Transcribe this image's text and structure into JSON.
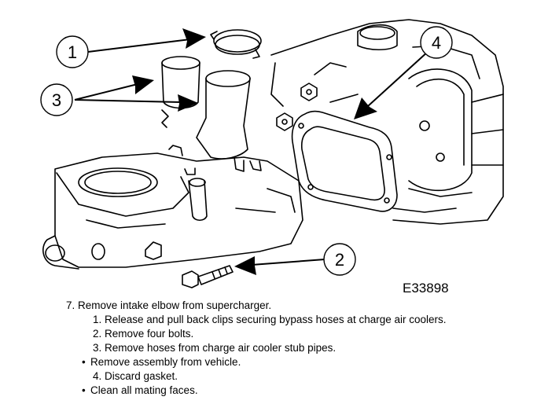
{
  "figure": {
    "id": "E33898",
    "callouts": [
      "1",
      "2",
      "3",
      "4"
    ]
  },
  "procedure": {
    "main_step": "7. Remove intake elbow from supercharger.",
    "sub_1": "1. Release and pull back clips securing bypass hoses at charge air coolers.",
    "sub_2": "2. Remove four bolts.",
    "sub_3": "3. Remove hoses from charge air cooler stub pipes.",
    "bullet_1": "Remove assembly from vehicle.",
    "sub_4": "4. Discard gasket.",
    "bullet_2": "Clean all mating faces.",
    "bullet_symbol": "•"
  }
}
